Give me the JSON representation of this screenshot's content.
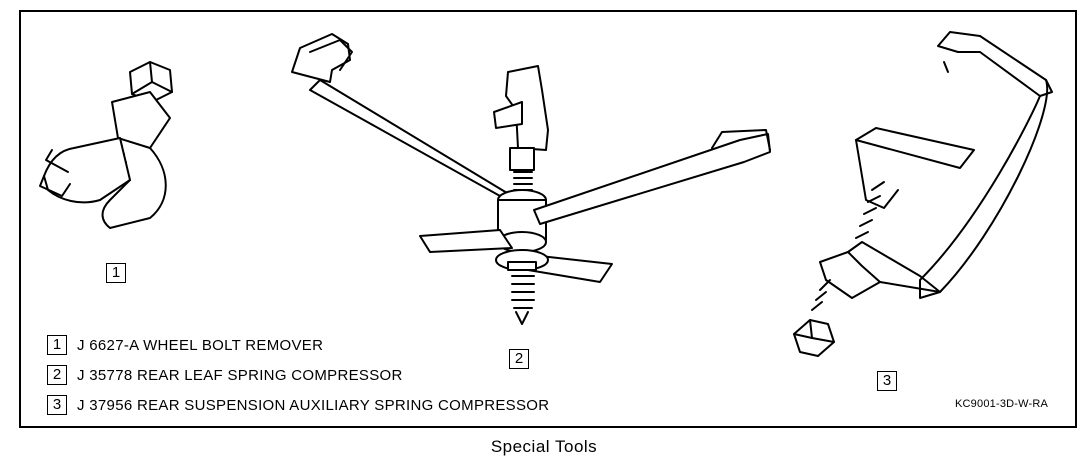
{
  "callouts": {
    "tool1": "1",
    "tool2": "2",
    "tool3": "3"
  },
  "legend": [
    {
      "num": "1",
      "text": "J 6627-A WHEEL BOLT REMOVER"
    },
    {
      "num": "2",
      "text": "J 35778 REAR LEAF SPRING COMPRESSOR"
    },
    {
      "num": "3",
      "text": "J 37956 REAR SUSPENSION AUXILIARY SPRING COMPRESSOR"
    }
  ],
  "figure_code": "KC9001-3D-W-RA",
  "caption": "Special Tools"
}
